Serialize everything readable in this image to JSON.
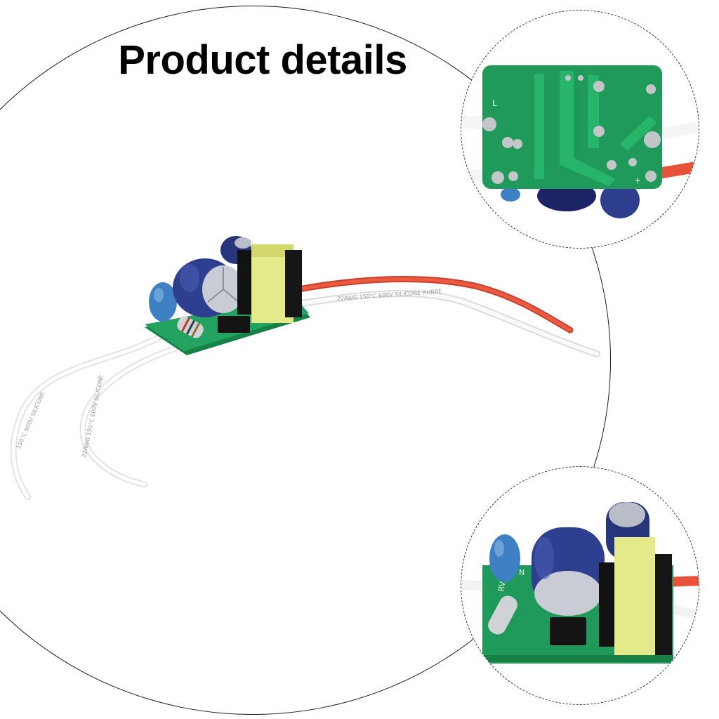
{
  "header": {
    "title": "Product details"
  },
  "wire_print": {
    "lead_1": "22AWG 150°C 600V SILICONE RUBBE",
    "lead_2": "22AWG 150°C 600V SILICONE",
    "lead_3": "150°C 600V SILICONE"
  },
  "board_marks": {
    "back_l": "L",
    "back_plus": "+",
    "front_rv": "RV",
    "front_n": "N"
  },
  "colors": {
    "pcb": "#1f9a5a",
    "wire_red": "#e8523a",
    "wire_white": "#f2f2f2",
    "capacitor": "#2f3f8f",
    "transformer": "#e4ea8a",
    "x_cap": "#3f7fc4"
  }
}
